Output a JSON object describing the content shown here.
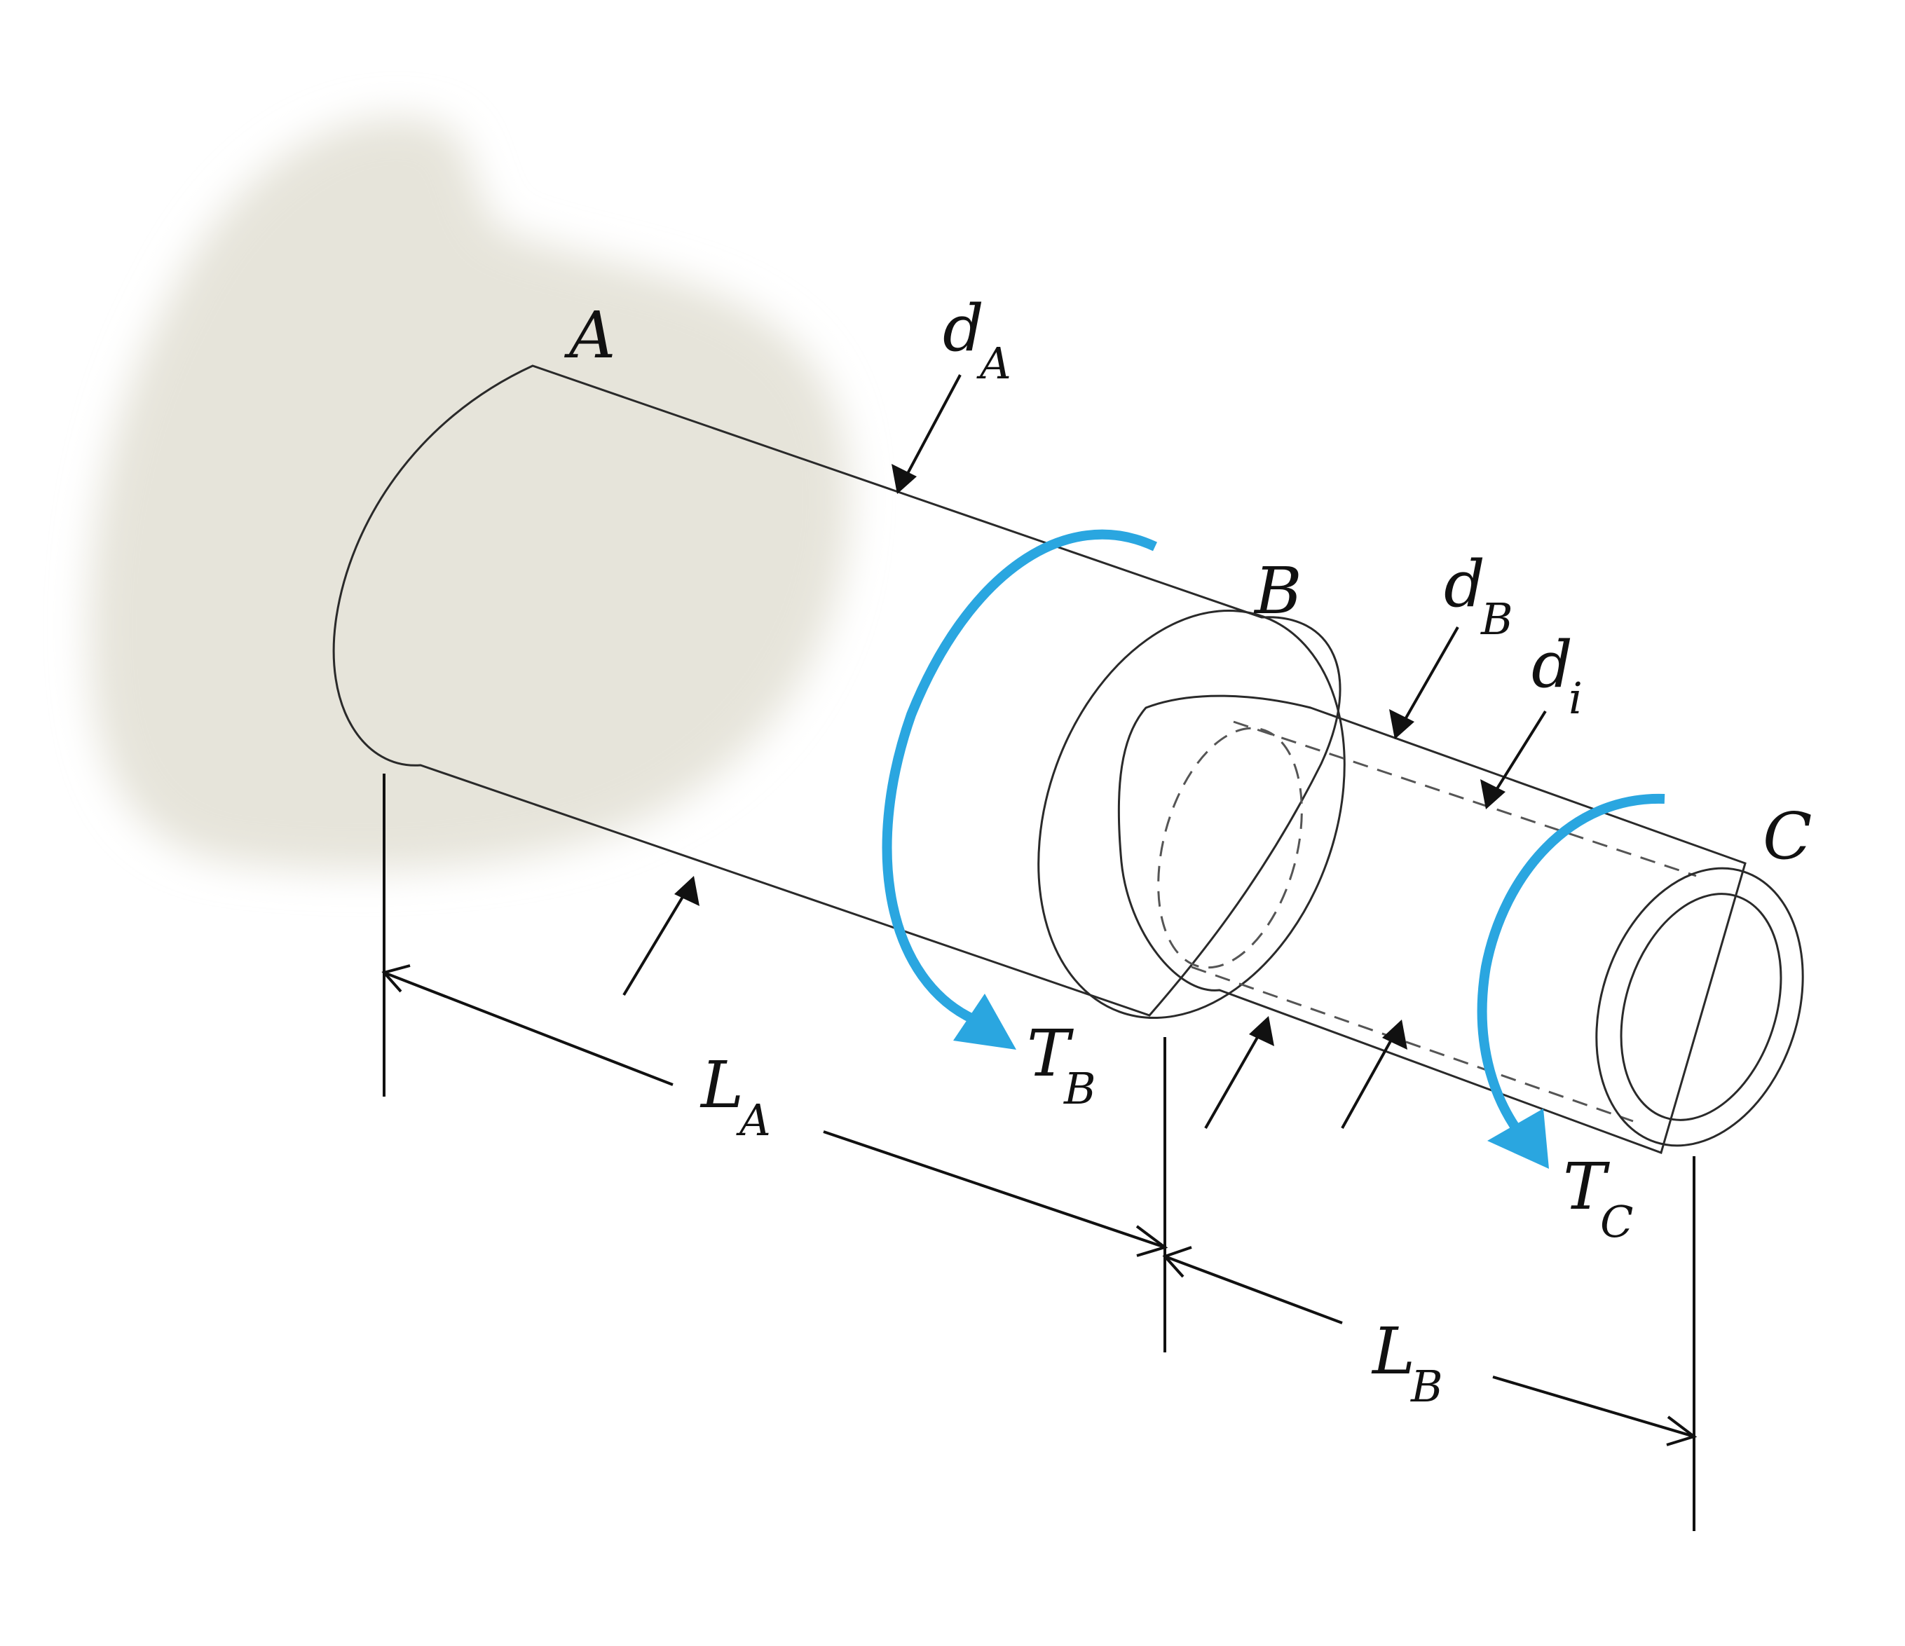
{
  "labels": {
    "point_a": "A",
    "point_b": "B",
    "point_c": "C",
    "dia_a_main": "d",
    "dia_a_sub": "A",
    "dia_b_main": "d",
    "dia_b_sub": "B",
    "dia_i_main": "d",
    "dia_i_sub": "i",
    "torque_b_main": "T",
    "torque_b_sub": "B",
    "torque_c_main": "T",
    "torque_c_sub": "C",
    "length_a_main": "L",
    "length_a_sub": "A",
    "length_b_main": "L",
    "length_b_sub": "B"
  },
  "colors": {
    "torque_arrow": "#2aa6e0",
    "solid_shaft": "#b8b8bc",
    "tube": "#e9b23f",
    "wall": "#e6e4da"
  }
}
